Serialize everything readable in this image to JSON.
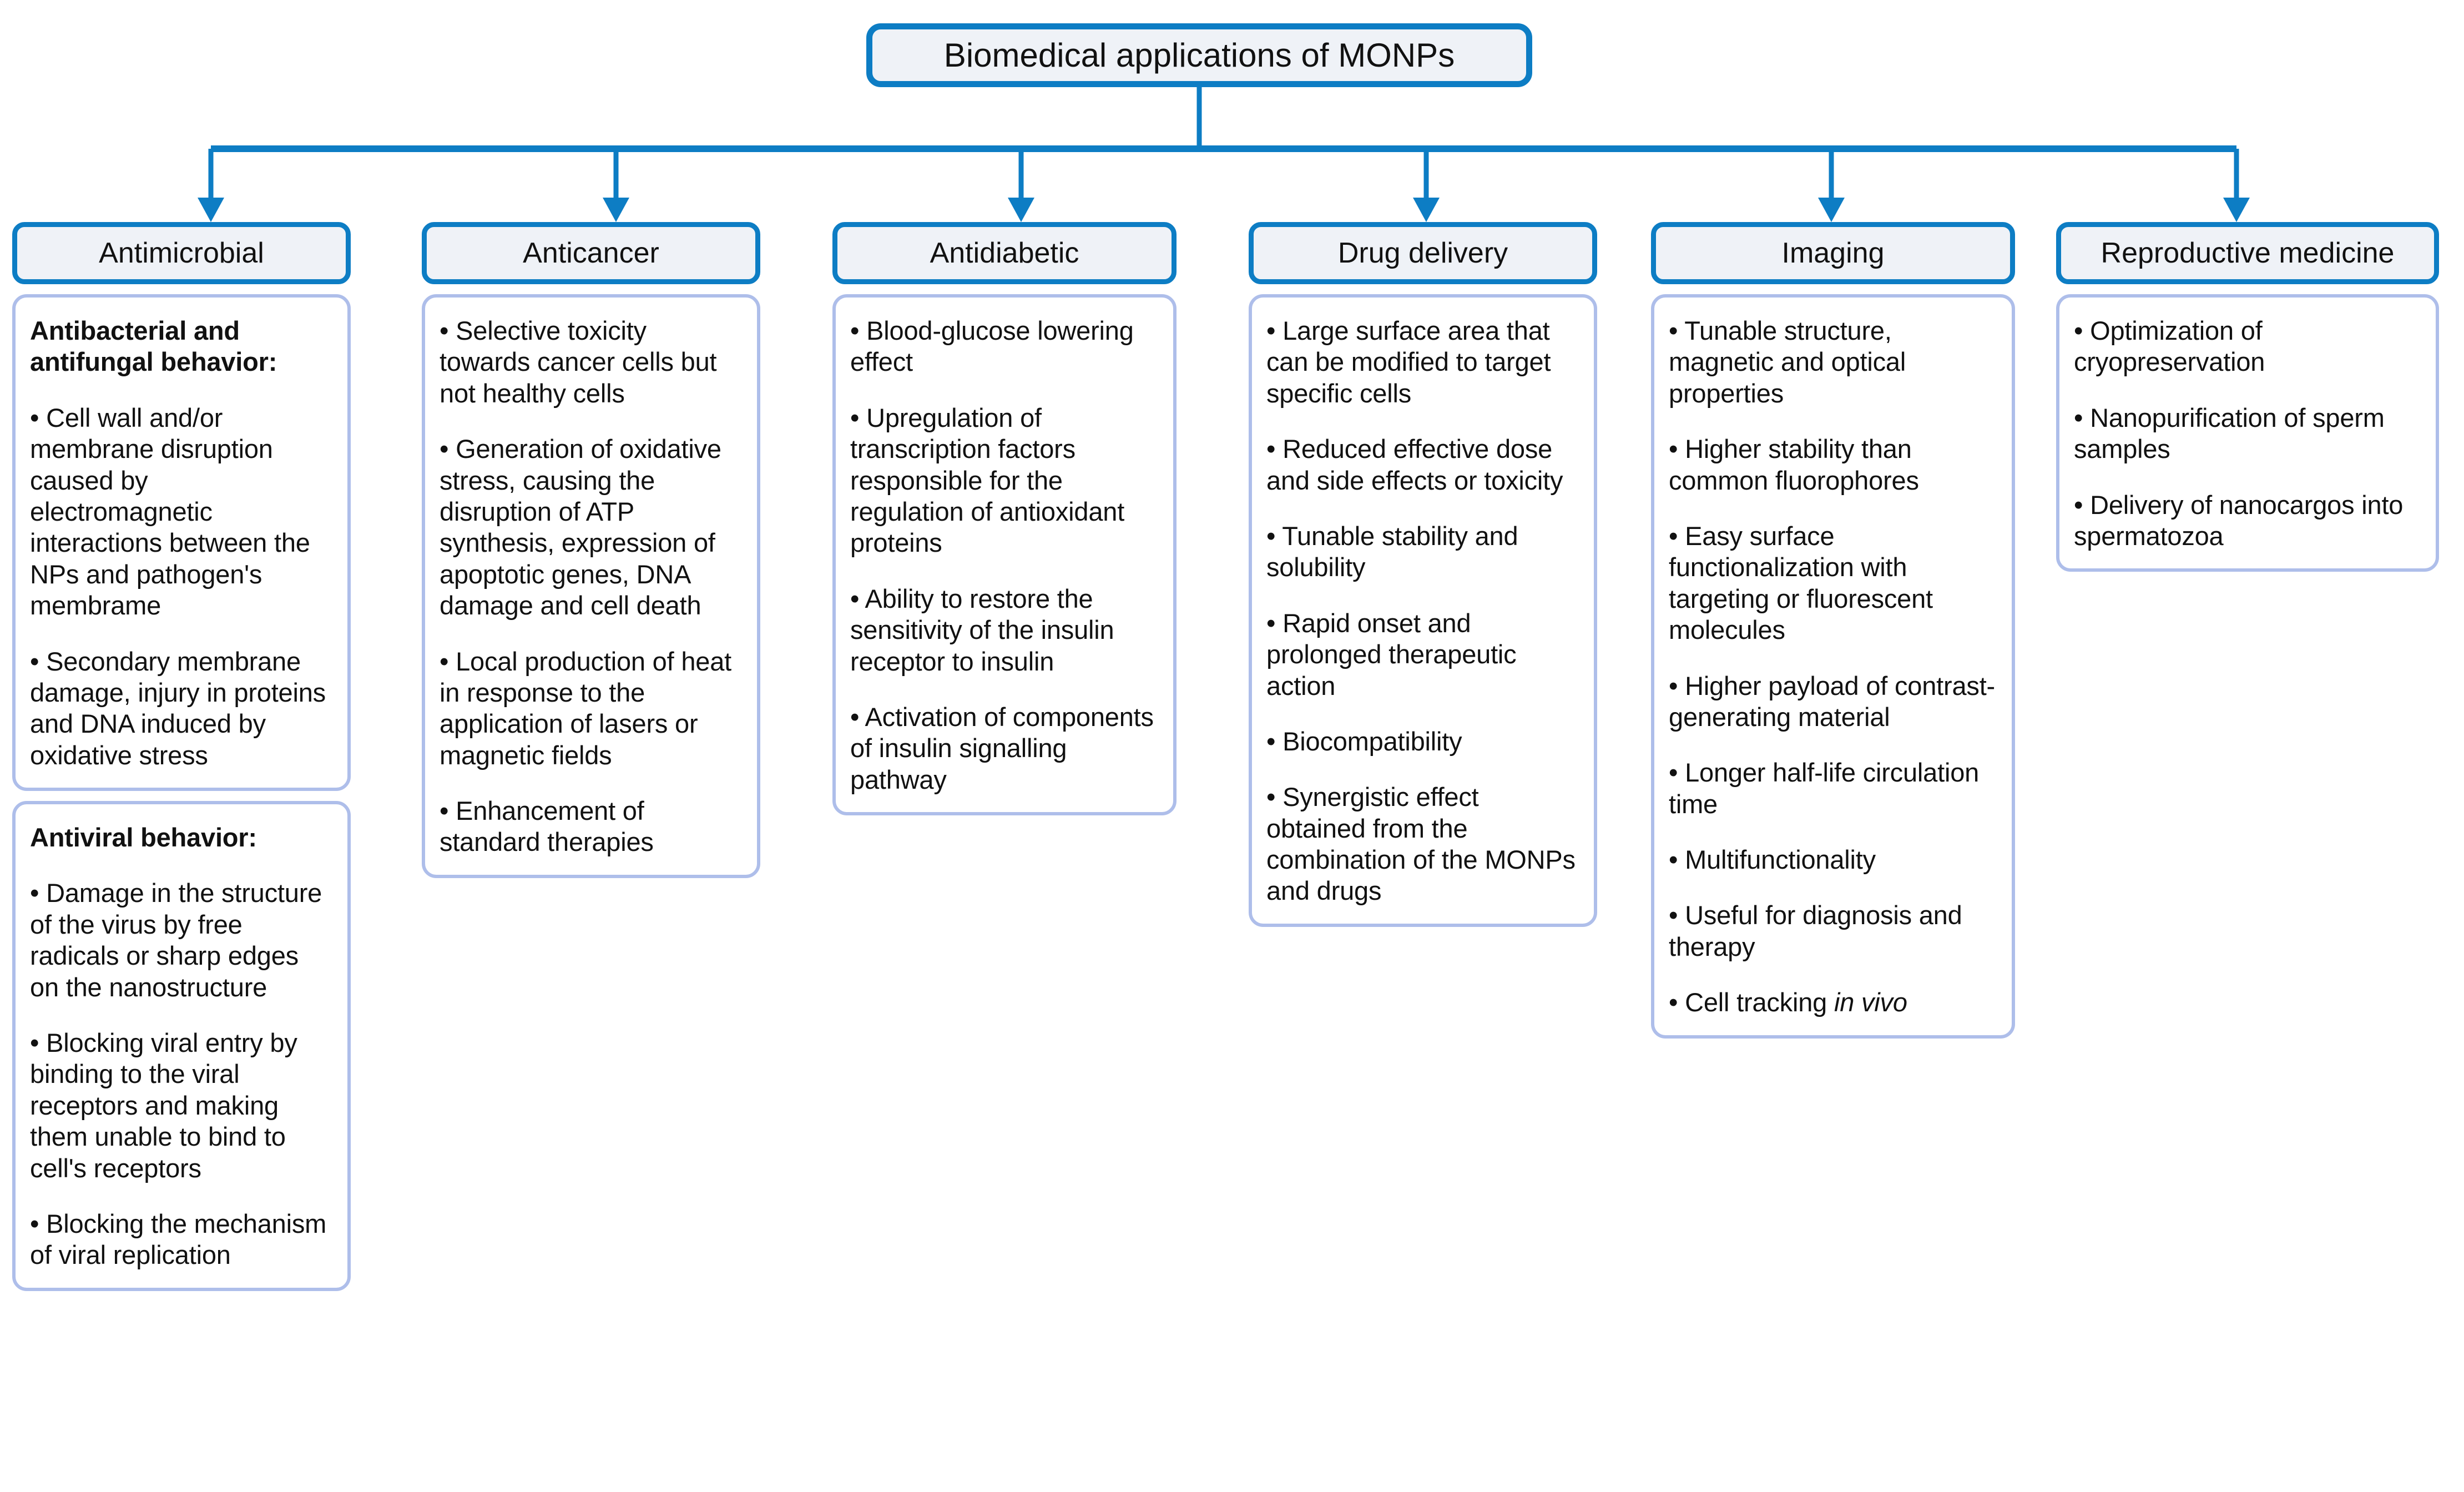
{
  "colors": {
    "accent_blue": "#0d7dc4",
    "card_border": "#aebeea",
    "header_fill": "#eff2f7",
    "card_fill": "#ffffff",
    "text": "#111111"
  },
  "root": {
    "title": "Biomedical applications of MONPs"
  },
  "columns": [
    {
      "header": "Antimicrobial",
      "cards": [
        {
          "lines": [
            {
              "text": "Antibacterial and antifungal behavior:",
              "bold": true,
              "bullet": false
            },
            {
              "text": "• Cell wall and/or membrane disruption caused by electromagnetic interactions between the NPs and pathogen's membrame",
              "bold": false,
              "bullet": true
            },
            {
              "text": "• Secondary membrane damage, injury in proteins and DNA induced by oxidative stress",
              "bold": false,
              "bullet": true
            }
          ]
        },
        {
          "lines": [
            {
              "text": "Antiviral behavior:",
              "bold": true,
              "bullet": false
            },
            {
              "text": "• Damage in the structure of the virus by free radicals or sharp edges on the nanostructure",
              "bold": false,
              "bullet": true
            },
            {
              "text": "• Blocking viral entry by binding to the viral receptors and making them unable to bind to cell's receptors",
              "bold": false,
              "bullet": true
            },
            {
              "text": "• Blocking the mechanism of viral replication",
              "bold": false,
              "bullet": true
            }
          ]
        }
      ]
    },
    {
      "header": "Anticancer",
      "cards": [
        {
          "lines": [
            {
              "text": "• Selective toxicity towards cancer cells but not healthy cells",
              "bold": false,
              "bullet": false
            },
            {
              "text": "• Generation of oxidative stress, causing the disruption of ATP synthesis, expression of apoptotic genes, DNA damage and cell death",
              "bold": false,
              "bullet": true
            },
            {
              "text": "• Local production of heat in response to the application of lasers or magnetic fields",
              "bold": false,
              "bullet": true
            },
            {
              "text": "• Enhancement of standard therapies",
              "bold": false,
              "bullet": true
            }
          ]
        }
      ]
    },
    {
      "header": "Antidiabetic",
      "cards": [
        {
          "lines": [
            {
              "text": "• Blood-glucose lowering effect",
              "bold": false,
              "bullet": false
            },
            {
              "text": "• Upregulation of transcription factors responsible for the regulation of antioxidant proteins",
              "bold": false,
              "bullet": true
            },
            {
              "text": "• Ability to restore the sensitivity of the insulin receptor to insulin",
              "bold": false,
              "bullet": true
            },
            {
              "text": "• Activation of components of insulin signalling pathway",
              "bold": false,
              "bullet": true
            }
          ]
        }
      ]
    },
    {
      "header": "Drug delivery",
      "cards": [
        {
          "lines": [
            {
              "text": "• Large surface area that can be modified to target specific cells",
              "bold": false,
              "bullet": false
            },
            {
              "text": "• Reduced effective dose and side effects or toxicity",
              "bold": false,
              "bullet": true
            },
            {
              "text": "• Tunable stability and solubility",
              "bold": false,
              "bullet": true
            },
            {
              "text": "• Rapid onset and prolonged therapeutic action",
              "bold": false,
              "bullet": true
            },
            {
              "text": "• Biocompatibility",
              "bold": false,
              "bullet": true
            },
            {
              "text": "• Synergistic effect obtained from the combination of the MONPs and drugs",
              "bold": false,
              "bullet": true
            }
          ]
        }
      ]
    },
    {
      "header": "Imaging",
      "cards": [
        {
          "lines": [
            {
              "text": "• Tunable structure, magnetic and optical properties",
              "bold": false,
              "bullet": false
            },
            {
              "text": "• Higher stability than common fluorophores",
              "bold": false,
              "bullet": true
            },
            {
              "text": "• Easy surface functionalization with targeting or fluorescent molecules",
              "bold": false,
              "bullet": true
            },
            {
              "text": "• Higher payload of contrast-generating material",
              "bold": false,
              "bullet": true
            },
            {
              "text": "• Longer half-life circulation time",
              "bold": false,
              "bullet": true
            },
            {
              "text": "• Multifunctionality",
              "bold": false,
              "bullet": true
            },
            {
              "text": "• Useful for diagnosis and therapy",
              "bold": false,
              "bullet": true
            },
            {
              "text": "• Cell tracking in vivo",
              "bold": false,
              "bullet": true,
              "italic_tail": "in vivo"
            }
          ]
        }
      ]
    },
    {
      "header": "Reproductive medicine",
      "cards": [
        {
          "lines": [
            {
              "text": "• Optimization of cryopreservation",
              "bold": false,
              "bullet": false
            },
            {
              "text": "• Nanopurification of sperm samples",
              "bold": false,
              "bullet": true
            },
            {
              "text": "• Delivery of nanocargos into spermatozoa",
              "bold": false,
              "bullet": true
            }
          ]
        }
      ]
    }
  ],
  "connectors": {
    "bus_label": "horizontal-distribution-bus",
    "arrow_count": 6
  }
}
